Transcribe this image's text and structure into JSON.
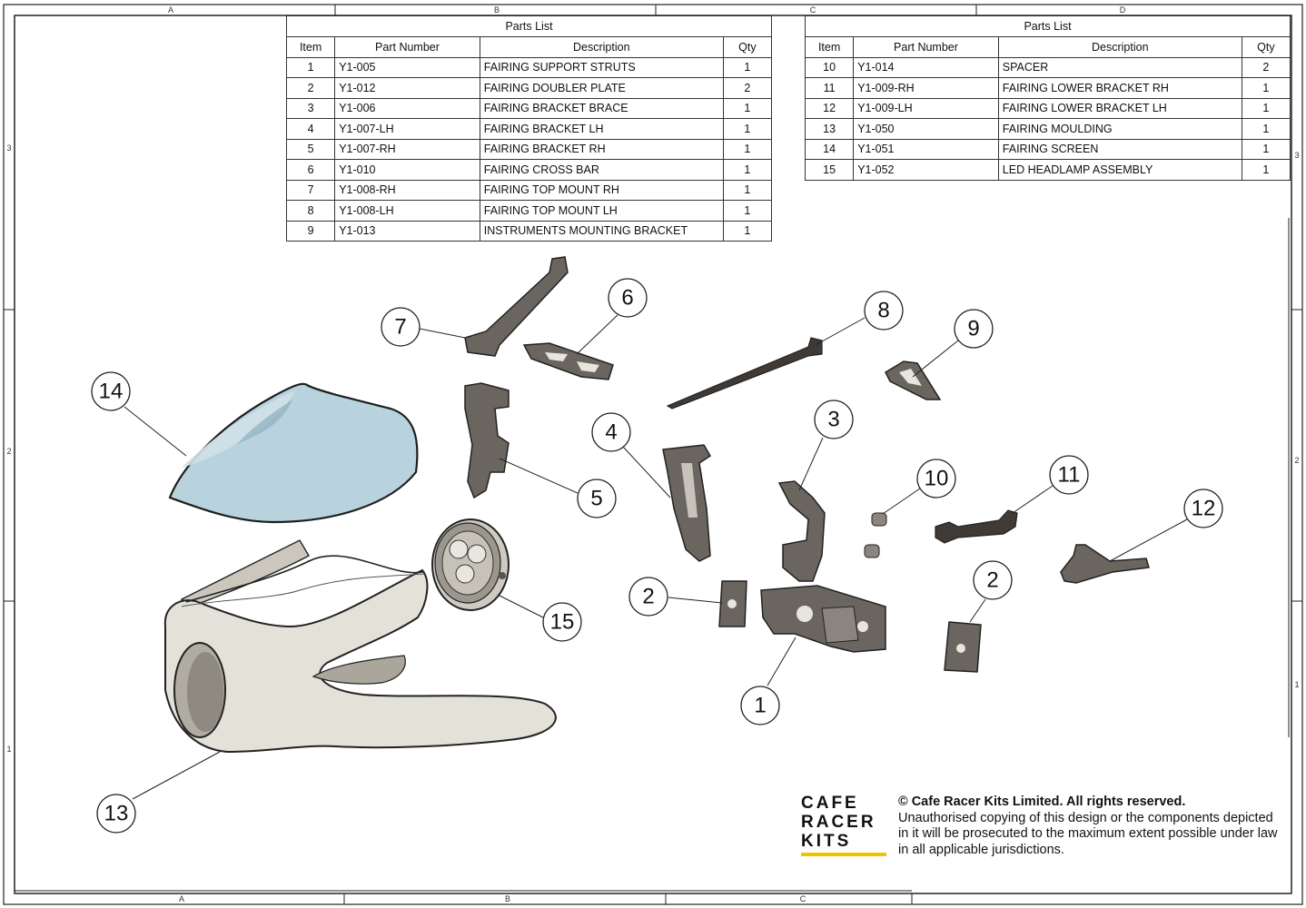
{
  "sheet": {
    "zones_top": [
      "A",
      "B",
      "C",
      "D"
    ],
    "zones_bottom": [
      "A",
      "B",
      "C"
    ],
    "zones_left": [
      "3",
      "2",
      "1"
    ],
    "zones_right": [
      "3",
      "2",
      "1"
    ]
  },
  "parts_list_left": {
    "title": "Parts List",
    "headers": [
      "Item",
      "Part Number",
      "Description",
      "Qty"
    ],
    "rows": [
      [
        "1",
        "Y1-005",
        "FAIRING SUPPORT STRUTS",
        "1"
      ],
      [
        "2",
        "Y1-012",
        "FAIRING DOUBLER PLATE",
        "2"
      ],
      [
        "3",
        "Y1-006",
        "FAIRING BRACKET BRACE",
        "1"
      ],
      [
        "4",
        "Y1-007-LH",
        "FAIRING BRACKET LH",
        "1"
      ],
      [
        "5",
        "Y1-007-RH",
        "FAIRING BRACKET RH",
        "1"
      ],
      [
        "6",
        "Y1-010",
        "FAIRING CROSS BAR",
        "1"
      ],
      [
        "7",
        "Y1-008-RH",
        "FAIRING TOP MOUNT RH",
        "1"
      ],
      [
        "8",
        "Y1-008-LH",
        "FAIRING TOP MOUNT LH",
        "1"
      ],
      [
        "9",
        "Y1-013",
        "INSTRUMENTS MOUNTING BRACKET",
        "1"
      ]
    ]
  },
  "parts_list_right": {
    "title": "Parts List",
    "headers": [
      "Item",
      "Part Number",
      "Description",
      "Qty"
    ],
    "rows": [
      [
        "10",
        "Y1-014",
        "SPACER",
        "2"
      ],
      [
        "11",
        "Y1-009-RH",
        "FAIRING LOWER BRACKET RH",
        "1"
      ],
      [
        "12",
        "Y1-009-LH",
        "FAIRING LOWER BRACKET LH",
        "1"
      ],
      [
        "13",
        "Y1-050",
        "FAIRING MOULDING",
        "1"
      ],
      [
        "14",
        "Y1-051",
        "FAIRING SCREEN",
        "1"
      ],
      [
        "15",
        "Y1-052",
        "LED HEADLAMP ASSEMBLY",
        "1"
      ]
    ]
  },
  "balloons": [
    "7",
    "6",
    "8",
    "9",
    "14",
    "4",
    "3",
    "10",
    "11",
    "5",
    "12",
    "2",
    "2",
    "15",
    "1",
    "13"
  ],
  "logo": {
    "lines": [
      "CAFE",
      "RACER",
      "KITS"
    ],
    "accent_color": "#f2c200"
  },
  "copyright": {
    "heading": "© Cafe Racer Kits Limited. All rights reserved.",
    "body": "Unauthorised copying of this design or the components depicted in it will be prosecuted to the maximum extent possible under law in all applicable jurisdictions."
  },
  "colors": {
    "metal": "#6b6560",
    "metal_dark": "#3f3a36",
    "fairing": "#e4e1d8",
    "screen": "#b9d3de"
  }
}
